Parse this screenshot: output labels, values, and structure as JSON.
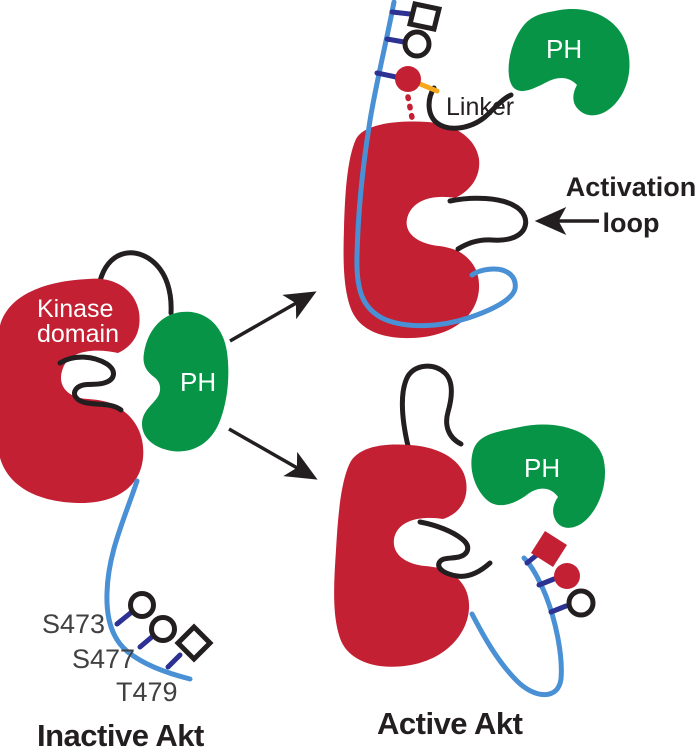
{
  "figure": {
    "inactive": {
      "kinase_line1": "Kinase",
      "kinase_line2": "domain",
      "ph_label": "PH",
      "sites": {
        "s473": "S473",
        "s477": "S477",
        "t479": "T479"
      },
      "caption": "Inactive Akt"
    },
    "active_top": {
      "ph_label": "PH",
      "linker_label": "Linker",
      "annotation_line1": "Activation",
      "annotation_line2": "loop"
    },
    "active_bottom": {
      "ph_label": "PH",
      "caption": "Active Akt"
    }
  },
  "theme": {
    "red": "#c32033",
    "green": "#089447",
    "blue": "#4a90d5",
    "navy": "#2d3192",
    "yellow": "#f5a81c",
    "ink": "#231f20",
    "label": "#414042",
    "bg": "#ffffff"
  }
}
